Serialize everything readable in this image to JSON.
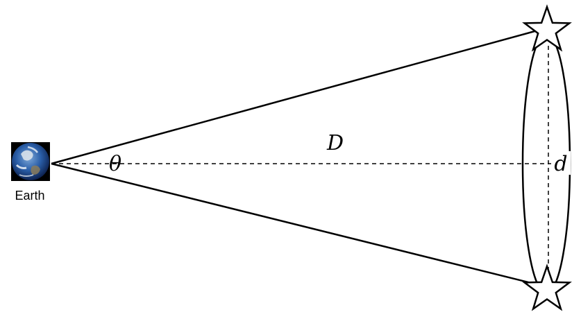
{
  "labels": {
    "earth": "Earth",
    "distance": "D",
    "angle": "θ",
    "separation": "d"
  },
  "icons": {
    "earth": "earth-globe-icon",
    "star_top": "star-icon",
    "star_bottom": "star-icon"
  },
  "colors": {
    "stroke": "#000000",
    "background": "#ffffff",
    "earth_ocean": "#2a5ea8",
    "earth_cloud": "#e8eef5",
    "earth_land": "#8a7b5a"
  }
}
